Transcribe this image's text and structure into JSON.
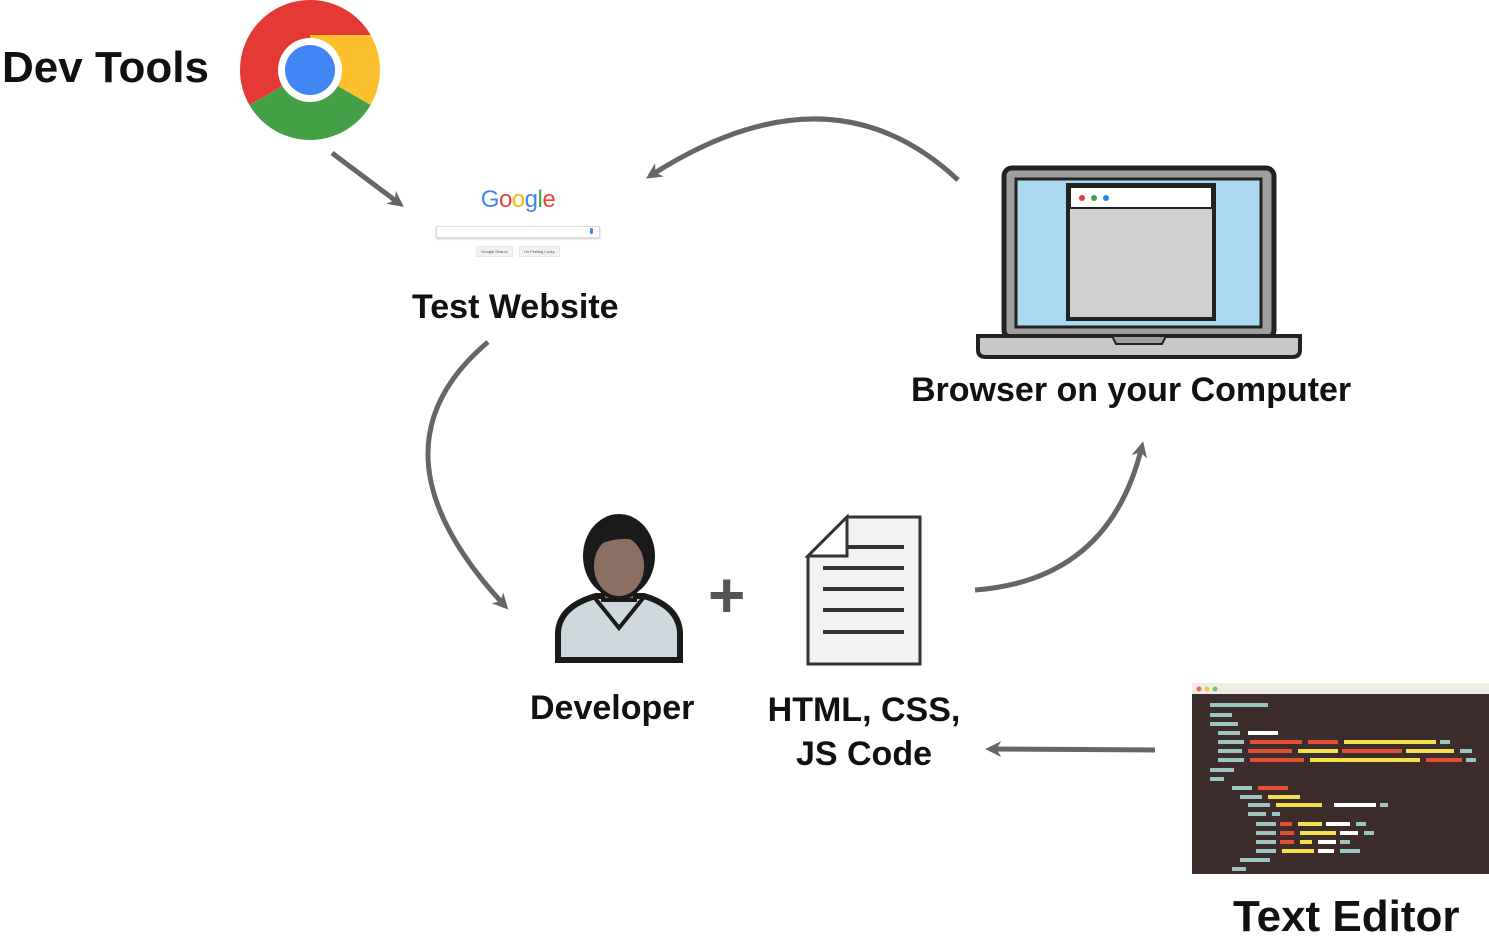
{
  "labels": {
    "dev_tools": "Dev Tools",
    "test_website": "Test Website",
    "browser": "Browser on your Computer",
    "developer": "Developer",
    "code_line1": "HTML, CSS,",
    "code_line2": "JS Code",
    "text_editor": "Text Editor",
    "plus": "+"
  },
  "google_mock": {
    "logo_letters": [
      "G",
      "o",
      "o",
      "g",
      "l",
      "e"
    ],
    "button1": "Google Search",
    "button2": "I'm Feeling Lucky"
  },
  "colors": {
    "arrow": "#666666",
    "google_blue": "#4285f4",
    "google_red": "#ea4335",
    "google_yellow": "#fbbc05",
    "google_green": "#34a853",
    "laptop_screen": "#a9daf2",
    "editor_bg": "#3d2c2c"
  },
  "icons": [
    "chrome-icon",
    "google-page-icon",
    "laptop-icon",
    "developer-icon",
    "document-icon",
    "code-editor-icon"
  ]
}
